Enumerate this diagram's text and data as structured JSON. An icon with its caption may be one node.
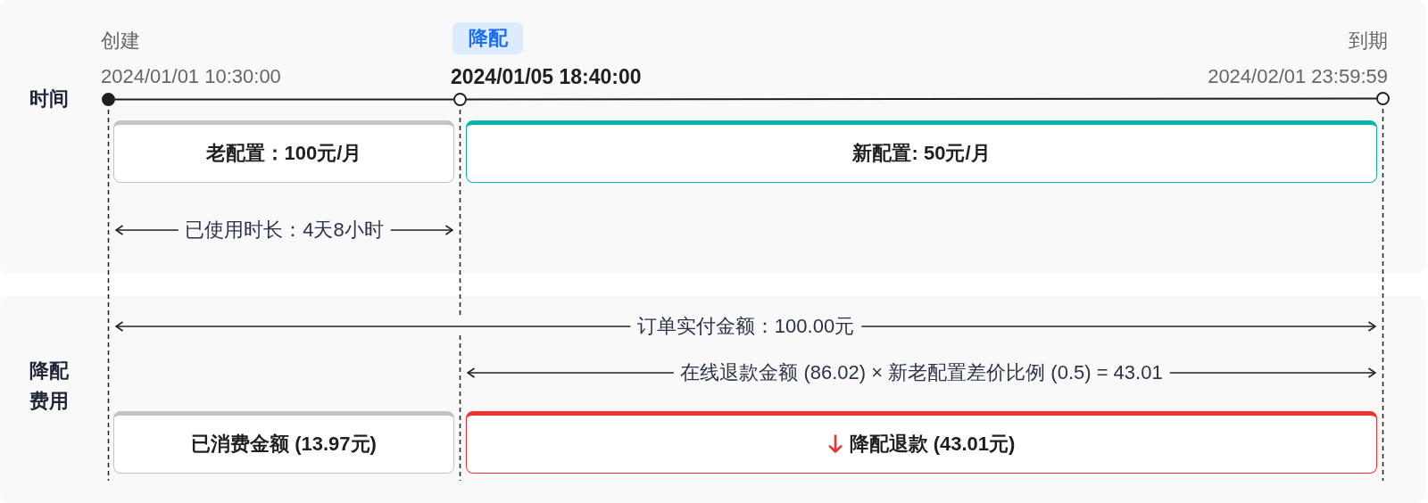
{
  "diagram": {
    "nodes": [
      {
        "text": [
          "时间"
        ]
      },
      {
        "text": [],
        "shape": "circle",
        "in": 0,
        "beside": [
          "创建",
          "2024/01/01 10:30:00"
        ]
      },
      {
        "text": [
          "降配"
        ],
        "in": 0
      },
      {
        "text": [],
        "shape": "circle",
        "in": 0,
        "beside": [
          "2024/01/05 18:40:00"
        ]
      },
      {
        "text": [],
        "shape": "circle",
        "in": 0,
        "beside": [
          "到期",
          "2024/02/01 23:59:59"
        ]
      },
      {
        "text": [
          "老配置：100元/月"
        ],
        "in": 0
      },
      {
        "text": [
          "新配置: 50元/月"
        ],
        "in": 0
      },
      {
        "text": [
          "降配费用"
        ]
      },
      {
        "text": [
          "已消费金额 (13.97元)"
        ],
        "in": 7
      },
      {
        "text": [
          "降配退款 (43.01元)"
        ],
        "in": 7
      }
    ],
    "edges": [
      {
        "from": 1,
        "to": 3,
        "arrow": "none"
      },
      {
        "from": 3,
        "to": 4,
        "arrow": "none"
      }
    ],
    "labels": [
      "已使用时长：4天8小时",
      "订单实付金额：100.00元",
      "在线退款金额 (86.02) × 新老配置差价比例 (0.5) = 43.01"
    ]
  }
}
